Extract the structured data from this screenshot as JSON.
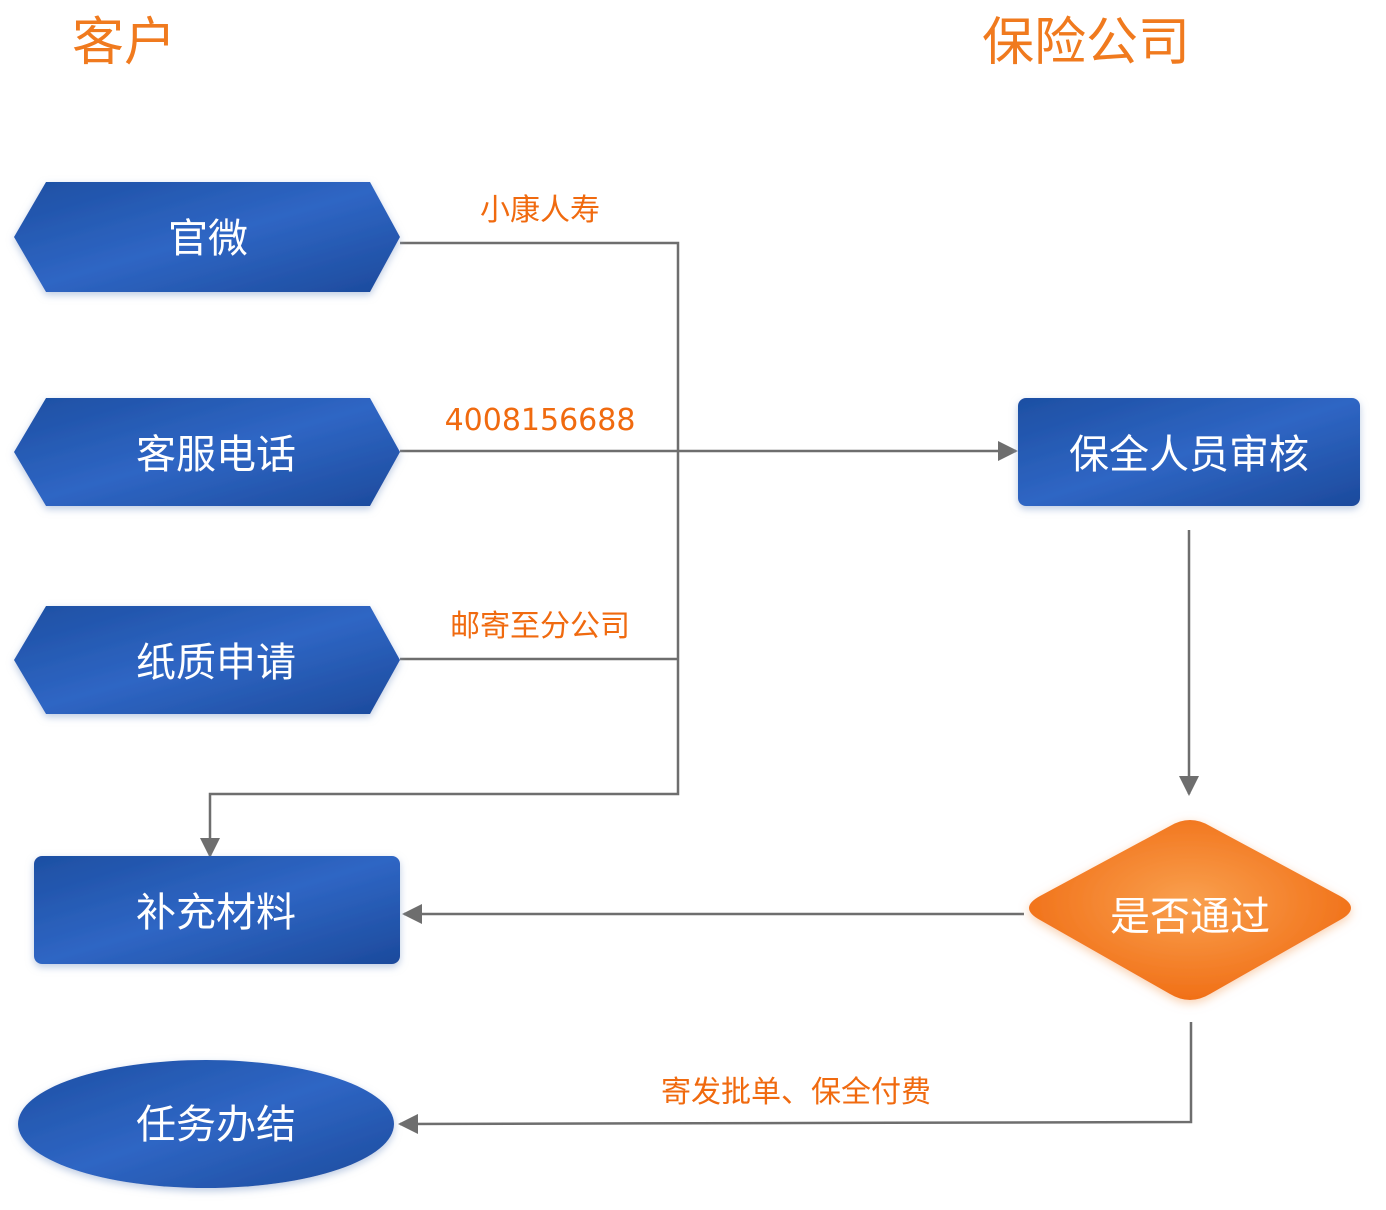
{
  "lanes": {
    "customer": "客户",
    "insurer": "保险公司"
  },
  "nodes": {
    "wechat": "官微",
    "hotline": "客服电话",
    "paper": "纸质申请",
    "review": "保全人员审核",
    "decision": "是否通过",
    "supplement": "补充材料",
    "done": "任务办结"
  },
  "edge_labels": {
    "wechat": "小康人寿",
    "hotline": "4008156688",
    "paper": "邮寄至分公司",
    "pass": "寄发批单、保全付费"
  },
  "colors": {
    "node_blue": "#2a5db5",
    "decision_orange": "#f07a1e",
    "label_orange": "#f06a0f",
    "connector": "#6e6e6e"
  }
}
